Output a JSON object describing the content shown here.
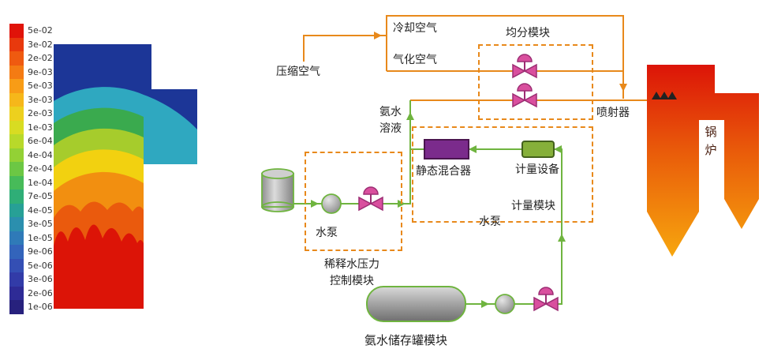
{
  "legend": {
    "values": [
      "5e-02",
      "3e-02",
      "2e-02",
      "9e-03",
      "5e-03",
      "3e-03",
      "2e-03",
      "1e-03",
      "6e-04",
      "4e-04",
      "2e-04",
      "1e-04",
      "7e-05",
      "4e-05",
      "3e-05",
      "1e-05",
      "9e-06",
      "5e-06",
      "3e-06",
      "2e-06",
      "1e-06"
    ],
    "colors": [
      "#e01309",
      "#e8390d",
      "#ef5a10",
      "#f47b13",
      "#f89c16",
      "#f6b71a",
      "#edd01e",
      "#d8dc22",
      "#b8d92a",
      "#93d135",
      "#6cc744",
      "#47bb59",
      "#2fae77",
      "#27a096",
      "#2b8fae",
      "#2f7ab8",
      "#3364bb",
      "#344fb4",
      "#323ba8",
      "#2e2b96",
      "#27217d"
    ]
  },
  "diagram": {
    "labels": {
      "compressed_air": "压缩空气",
      "cooling_air": "冷却空气",
      "gasification_air": "气化空气",
      "splitter_module": "均分模块",
      "ammonia_solution_line1": "氨水",
      "ammonia_solution_line2": "溶液",
      "injector": "喷射器",
      "boiler": "锅炉",
      "static_mixer": "静态混合器",
      "metering_device": "计量设备",
      "metering_module": "计量模块",
      "water_pump_1": "水泵",
      "water_pump_2": "水泵",
      "dilution_module_line1": "稀释水压力",
      "dilution_module_line2": "控制模块",
      "ammonia_tank_module": "氨水储存罐模块"
    },
    "colors": {
      "air_line": "#E8891B",
      "liquid_line": "#6FB43F",
      "valve": "#D94F9E",
      "valve_stroke": "#9C2D73",
      "static_mixer": "#7B2B8C",
      "metering_device": "#86B03A",
      "dashed_box": "#E8891B",
      "boiler_top": "#DC1408",
      "boiler_bottom": "#F7A60E",
      "contour_background": "#1C3697"
    }
  }
}
